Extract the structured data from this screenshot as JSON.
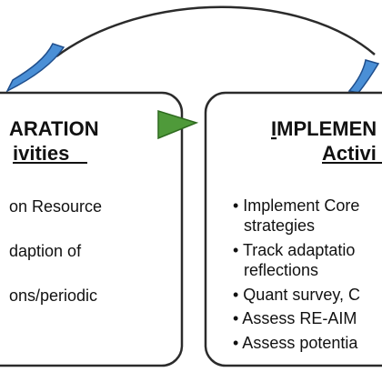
{
  "colors": {
    "background": "#ffffff",
    "box_border": "#2b2b2b",
    "arrow_fill": "#4a8fd6",
    "arrow_stroke": "#1f4e8c",
    "connector_fill": "#4f9a3a",
    "connector_stroke": "#2e6a1f",
    "text": "#111111"
  },
  "boxes": {
    "preparation": {
      "title": "ARATION",
      "subtitle": "ivities",
      "items": [
        "on Resource",
        "daption of",
        "ons/periodic"
      ]
    },
    "implementation": {
      "title_first_letter": "I",
      "title_rest": "MPLEMEN",
      "subtitle": "Activi",
      "items": [
        "• Implement Core",
        "strategies",
        "• Track adaptatio",
        "reflections",
        "• Quant survey, C",
        "• Assess RE-AIM",
        "• Assess potentia"
      ]
    }
  },
  "icons": {
    "top_arc": "curved-feedback-arrow",
    "left_arrowhead": "blue-arrow-icon",
    "right_arrowhead": "blue-arrow-icon",
    "connector": "green-triangle-arrow-icon"
  }
}
